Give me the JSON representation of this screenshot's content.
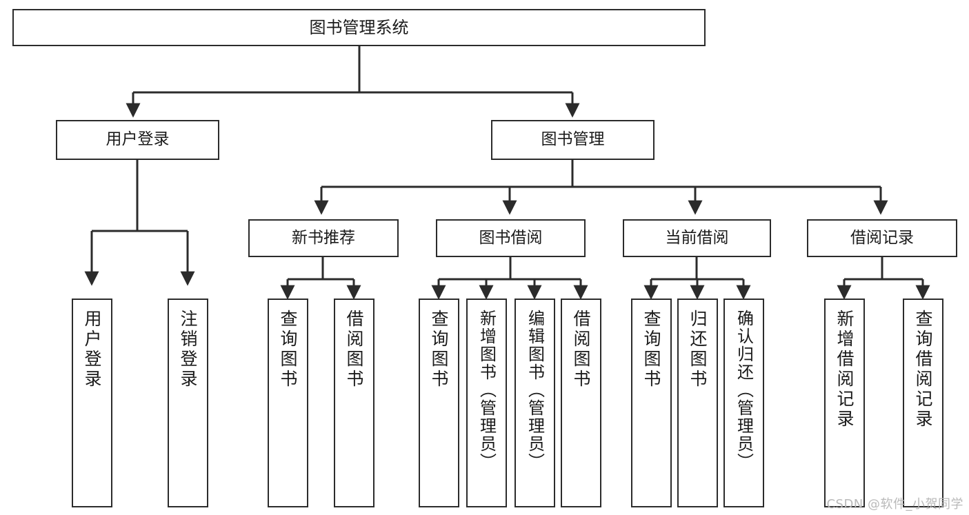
{
  "diagram": {
    "title": "图书管理系统",
    "type": "tree-hierarchy",
    "colors": {
      "box_border": "#2b2b2b",
      "box_fill": "#ffffff",
      "connector": "#2b2b2b",
      "text": "#1a1a1a",
      "watermark": "#b9b9b9",
      "background": "#ffffff"
    },
    "watermark": "CSDN @软件_小贺同学"
  },
  "nodes": {
    "root": {
      "label": "图书管理系统"
    },
    "level2": [
      {
        "label": "用户登录"
      },
      {
        "label": "图书管理"
      }
    ],
    "level3": [
      {
        "label": "新书推荐"
      },
      {
        "label": "图书借阅"
      },
      {
        "label": "当前借阅"
      },
      {
        "label": "借阅记录"
      }
    ],
    "leaves": {
      "user_login": [
        {
          "label": "用户登录"
        },
        {
          "label": "注销登录"
        }
      ],
      "new_book": [
        {
          "label": "查询图书"
        },
        {
          "label": "借阅图书"
        }
      ],
      "borrow_book": [
        {
          "label": "查询图书"
        },
        {
          "label": "新增图书（管理员）"
        },
        {
          "label": "编辑图书（管理员）"
        },
        {
          "label": "借阅图书"
        }
      ],
      "current_borrow": [
        {
          "label": "查询图书"
        },
        {
          "label": "归还图书"
        },
        {
          "label": "确认归还（管理员）"
        }
      ],
      "borrow_record": [
        {
          "label": "新增借阅记录"
        },
        {
          "label": "查询借阅记录"
        }
      ]
    }
  }
}
